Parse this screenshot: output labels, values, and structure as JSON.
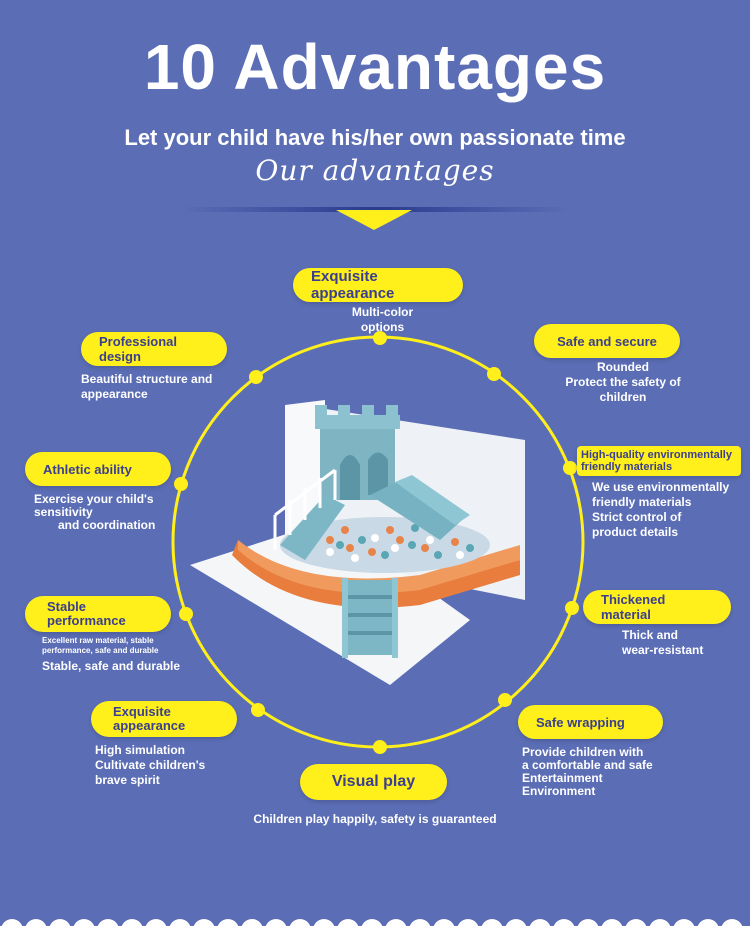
{
  "header": {
    "title": "10 Advantages",
    "subtitle": "Let your child have his/her own passionate time",
    "script": "Our advantages"
  },
  "colors": {
    "background": "#5b6db5",
    "accent": "#ffef1a",
    "pill_text": "#3a3f8f"
  },
  "features": [
    {
      "title": "Exquisite appearance",
      "lines": [
        "Multi-color",
        "options"
      ]
    },
    {
      "title": "Safe and secure",
      "lines": [
        "Rounded",
        "Protect the safety of",
        "children"
      ]
    },
    {
      "title": "High-quality environmentally friendly materials",
      "lines": [
        "We use environmentally",
        "friendly materials",
        "Strict control of",
        "product details"
      ]
    },
    {
      "title": "Thickened material",
      "lines": [
        "Thick and",
        "wear-resistant"
      ]
    },
    {
      "title": "Safe wrapping",
      "lines": [
        "Provide children with",
        "a comfortable and safe",
        "Entertainment",
        "Environment"
      ]
    },
    {
      "title": "Visual play",
      "lines": [
        "Children play happily, safety is guaranteed"
      ]
    },
    {
      "title": "Exquisite appearance",
      "lines": [
        "High simulation",
        "Cultivate children's",
        "brave spirit"
      ]
    },
    {
      "title": "Stable performance",
      "lines": [
        "Excellent raw material, stable",
        "performance, safe and durable",
        "Stable, safe and durable"
      ]
    },
    {
      "title": "Athletic ability",
      "lines": [
        "Exercise your child's",
        "sensitivity",
        "and coordination"
      ]
    },
    {
      "title": "Professional design",
      "lines": [
        "Beautiful structure and",
        "appearance"
      ]
    }
  ]
}
